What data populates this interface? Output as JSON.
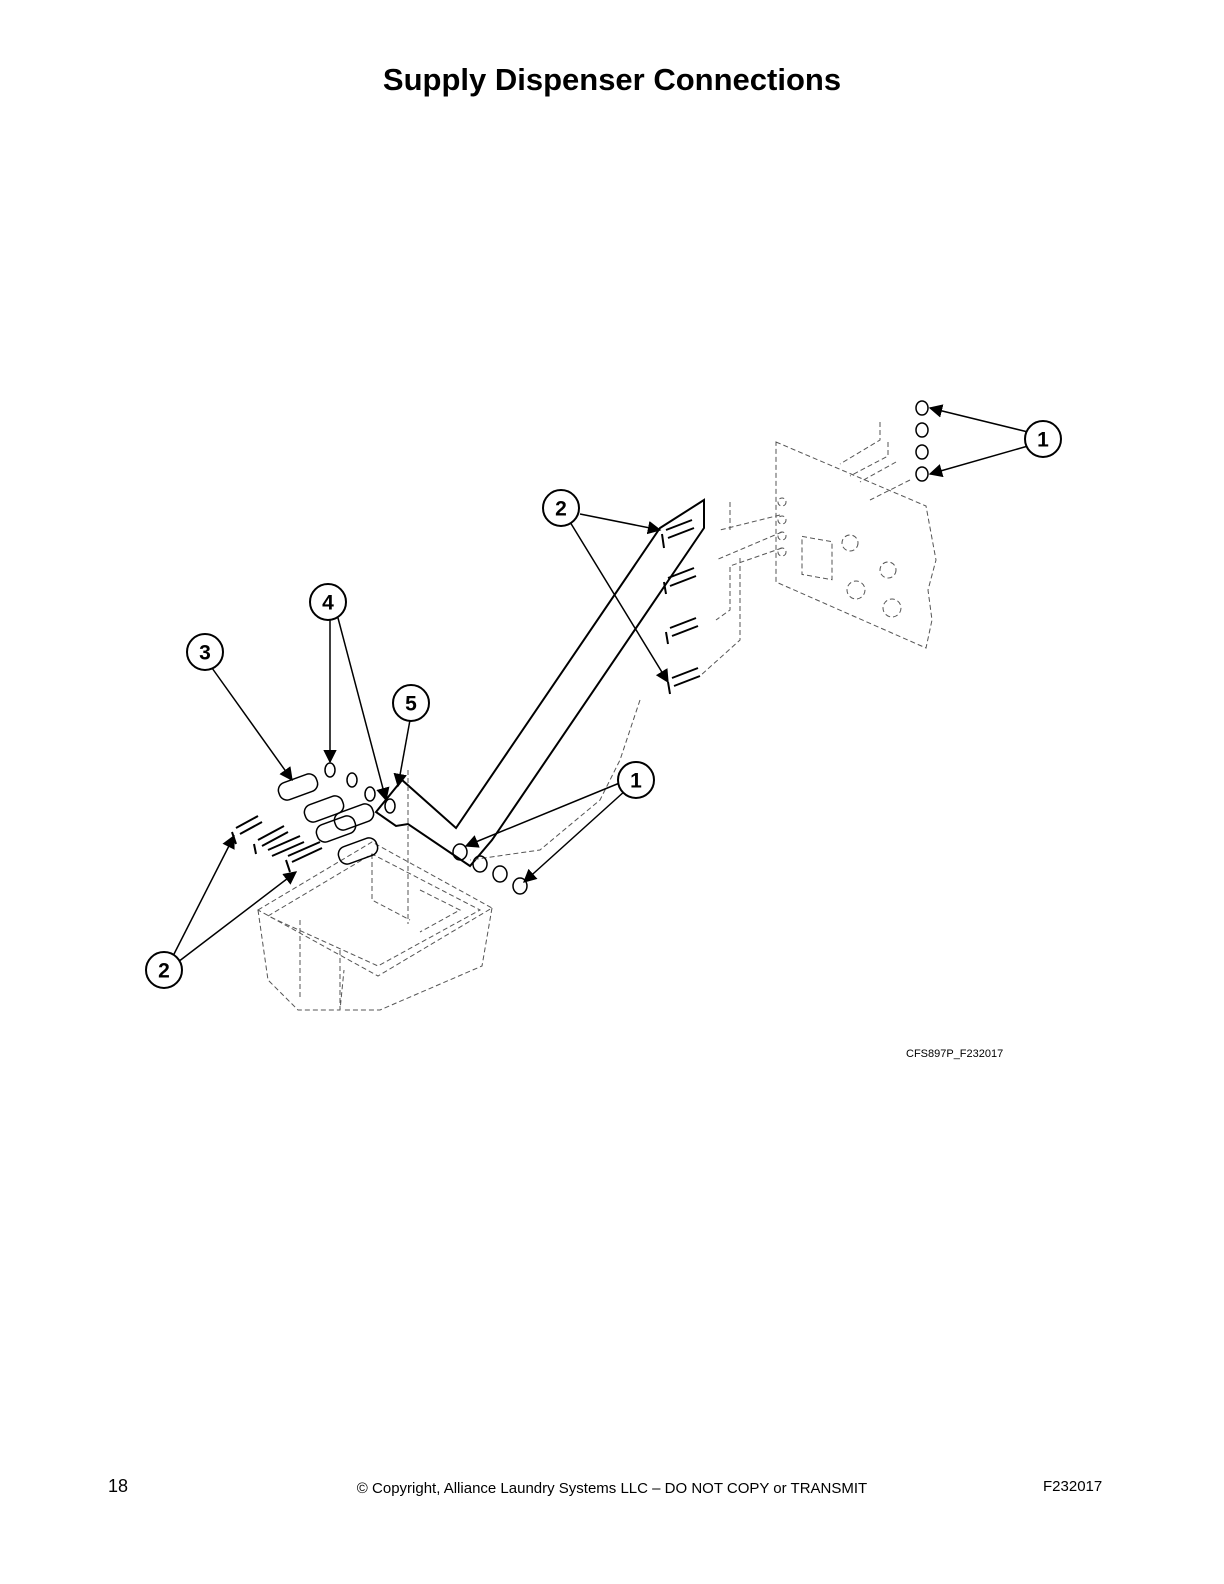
{
  "title": "Supply Dispenser Connections",
  "drawing_code": "CFS897P_F232017",
  "callouts": {
    "c1_upper": "1",
    "c2_upper": "2",
    "c4": "4",
    "c3": "3",
    "c5": "5",
    "c1_lower": "1",
    "c2_lower": "2"
  },
  "footer": {
    "page_number": "18",
    "copyright": "© Copyright, Alliance Laundry Systems LLC – DO NOT COPY or TRANSMIT",
    "doc_id": "F232017"
  }
}
